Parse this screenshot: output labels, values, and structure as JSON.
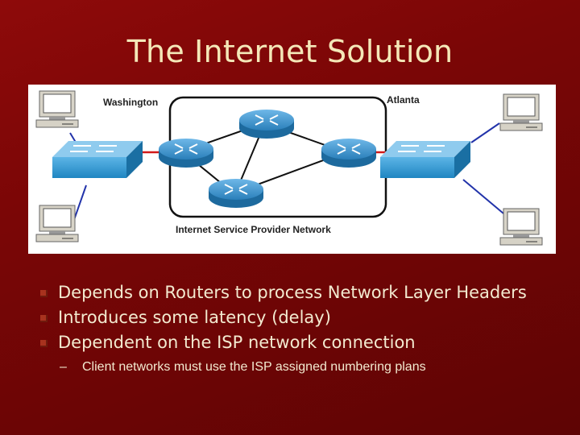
{
  "slide": {
    "title": "The Internet Solution"
  },
  "diagram": {
    "label_left_site": "Washington",
    "label_right_site": "Atlanta",
    "label_isp": "Internet Service Provider Network",
    "colors": {
      "switch": "#1f86c2",
      "router": "#2a7fba",
      "wan_link": "#d11a1a",
      "lan_link": "#2233aa",
      "isp_link": "#111111"
    },
    "icons": [
      "pc-icon",
      "switch-icon",
      "router-icon"
    ]
  },
  "bullets": [
    "Depends on Routers to process Network Layer Headers",
    "Introduces some latency (delay)",
    "Dependent on the ISP network connection"
  ],
  "sub_bullets": [
    "Client networks must use the ISP assigned numbering plans"
  ],
  "sub_bullet_marker": "–"
}
